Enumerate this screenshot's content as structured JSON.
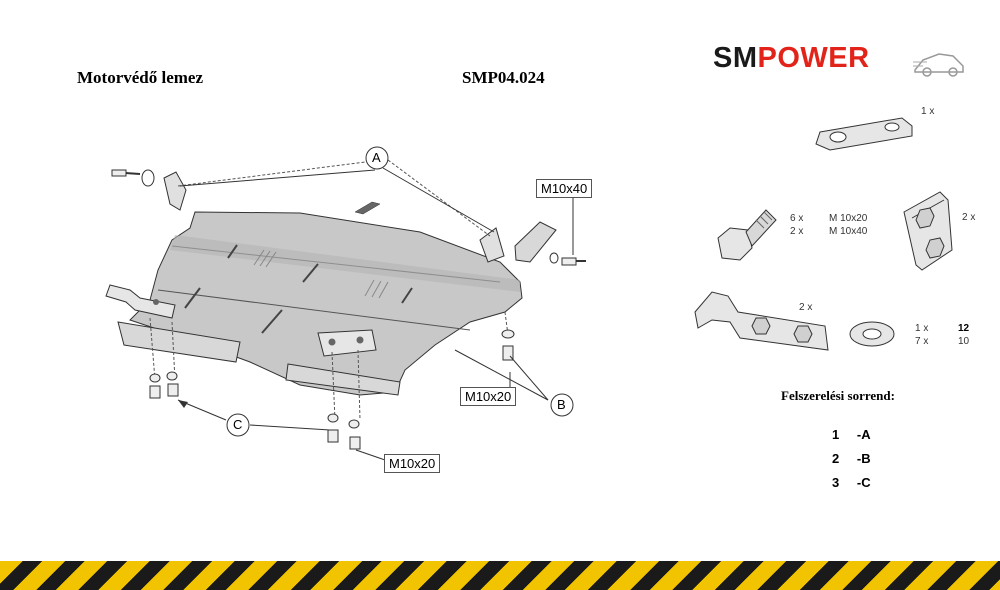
{
  "header": {
    "title": "Motorvédő lemez",
    "part_number": "SMP04.024",
    "logo": {
      "sm": "SM",
      "power": "POWER",
      "sm_color": "#1a1a1a",
      "power_color": "#e2231a"
    }
  },
  "diagram": {
    "callouts": {
      "a": "A",
      "b": "B",
      "c": "C"
    },
    "bolt_labels": {
      "top": "M10x40",
      "right": "M10x20",
      "bottom": "M10x20"
    },
    "plate_color": "#c8c8c8"
  },
  "parts": {
    "plate_qty": "1 x",
    "bolt_qty": [
      "6 x",
      "2 x"
    ],
    "bolt_size": [
      "M 10x20",
      "M 10x40"
    ],
    "nut_bracket_qty": "2 x",
    "strap_qty": "2 x",
    "washer_qty": [
      "1 x",
      "7 x"
    ],
    "washer_size": [
      "12",
      "10"
    ]
  },
  "installation": {
    "title": "Felszerelési sorrend:",
    "steps": [
      {
        "num": "1",
        "code": "-A"
      },
      {
        "num": "2",
        "code": "-B"
      },
      {
        "num": "3",
        "code": "-C"
      }
    ]
  }
}
